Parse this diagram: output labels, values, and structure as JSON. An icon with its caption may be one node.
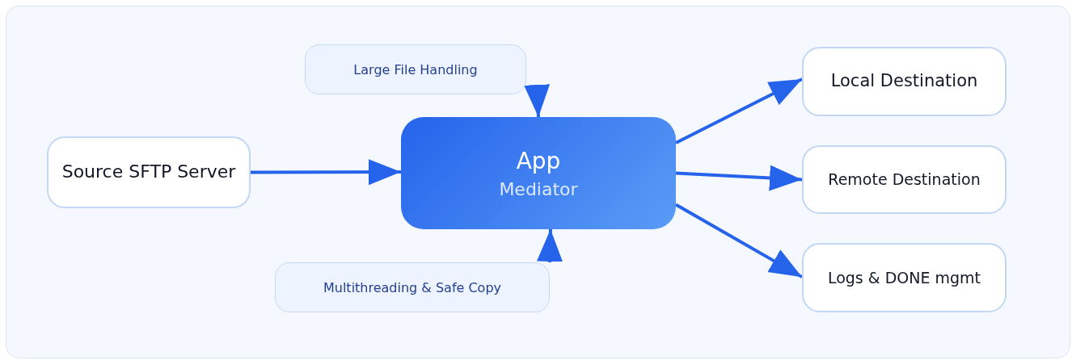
{
  "diagram": {
    "nodes": [
      {
        "text": [
          "Source SFTP Server"
        ]
      },
      {
        "text": [
          "Large File Handling"
        ]
      },
      {
        "text": [
          "App",
          "Mediator"
        ]
      },
      {
        "text": [
          "Multithreading & Safe Copy"
        ]
      },
      {
        "text": [
          "Local Destination"
        ]
      },
      {
        "text": [
          "Remote Destination"
        ]
      },
      {
        "text": [
          "Logs & DONE mgmt"
        ]
      }
    ],
    "edges": [
      {
        "from": 0,
        "to": 2,
        "arrow": "to"
      },
      {
        "from": 1,
        "to": 2,
        "arrow": "to"
      },
      {
        "from": 3,
        "to": 2,
        "arrow": "to"
      },
      {
        "from": 2,
        "to": 4,
        "arrow": "to"
      },
      {
        "from": 2,
        "to": 5,
        "arrow": "to"
      },
      {
        "from": 2,
        "to": 6,
        "arrow": "to"
      }
    ]
  }
}
